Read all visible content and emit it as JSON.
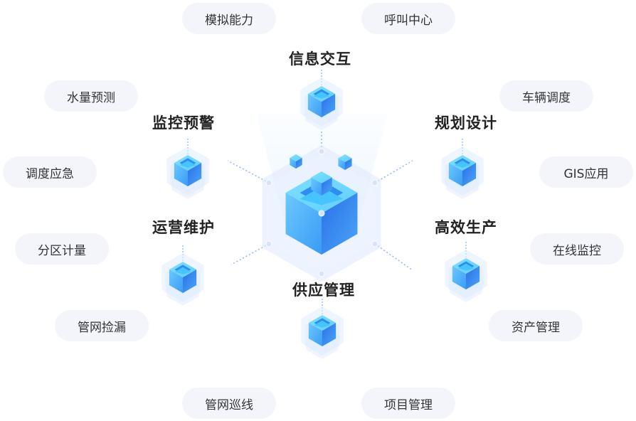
{
  "center": {
    "name": "central-platform"
  },
  "modules": [
    {
      "id": "info",
      "title": "信息交互"
    },
    {
      "id": "monitor",
      "title": "监控预警"
    },
    {
      "id": "plan",
      "title": "规划设计"
    },
    {
      "id": "ops",
      "title": "运营维护"
    },
    {
      "id": "prod",
      "title": "高效生产"
    },
    {
      "id": "supply",
      "title": "供应管理"
    }
  ],
  "capabilities": [
    "模拟能力",
    "呼叫中心",
    "水量预测",
    "车辆调度",
    "调度应急",
    "GIS应用",
    "分区计量",
    "在线监控",
    "管网捡漏",
    "资产管理",
    "管网巡线",
    "项目管理"
  ],
  "colors": {
    "cube_light": "#5fd0ff",
    "cube_mid": "#3a9bf5",
    "cube_dark": "#2a6fe8",
    "pill_bg": "#f3f5fb",
    "halo": "#e3eeff"
  }
}
